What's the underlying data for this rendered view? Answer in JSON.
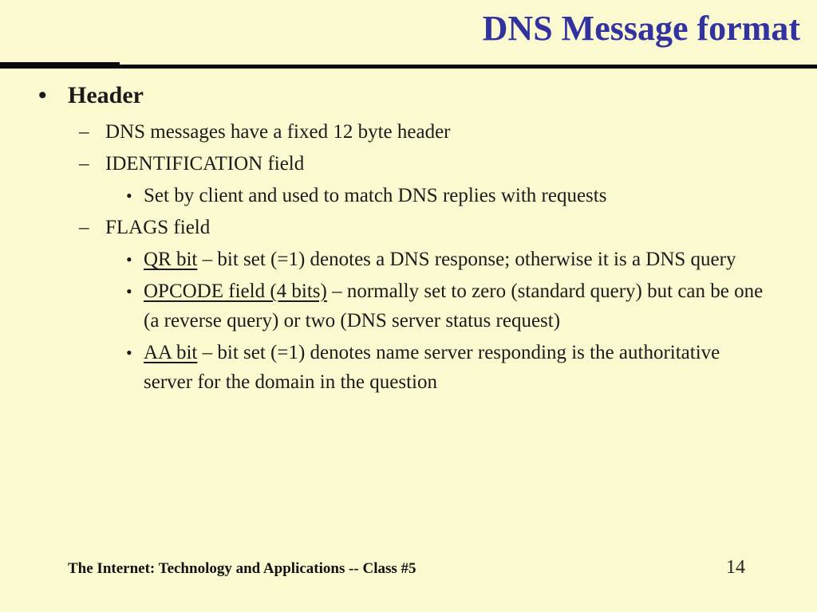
{
  "slide": {
    "title": "DNS Message format",
    "footer": "The Internet: Technology and Applications -- Class #5",
    "page_number": "14",
    "colors": {
      "background": "#FBF9CF",
      "title_text": "#3232A0",
      "body_text": "#1b1b1b",
      "divider_rule": "#0b0b0b"
    },
    "glyphs": {
      "bullet_l1": "•",
      "dash_l2": "–",
      "bullet_l3": "•"
    },
    "content": [
      {
        "level": 1,
        "text": "Header"
      },
      {
        "level": 2,
        "text": "DNS messages have a fixed 12 byte header"
      },
      {
        "level": 2,
        "text": "IDENTIFICATION field"
      },
      {
        "level": 3,
        "text": "Set by client and used to match DNS replies with requests"
      },
      {
        "level": 2,
        "text": "FLAGS field"
      },
      {
        "level": 3,
        "lead": "QR bit",
        "rest": " – bit set (=1) denotes a DNS response; otherwise it is a DNS query"
      },
      {
        "level": 3,
        "lead": "OPCODE field (4 bits)",
        "rest": " – normally set to zero (standard query) but can be one (a reverse query) or two (DNS server status request)"
      },
      {
        "level": 3,
        "lead": "AA bit",
        "rest": " – bit set (=1) denotes name server responding is the authoritative server for the domain in the question"
      }
    ]
  }
}
